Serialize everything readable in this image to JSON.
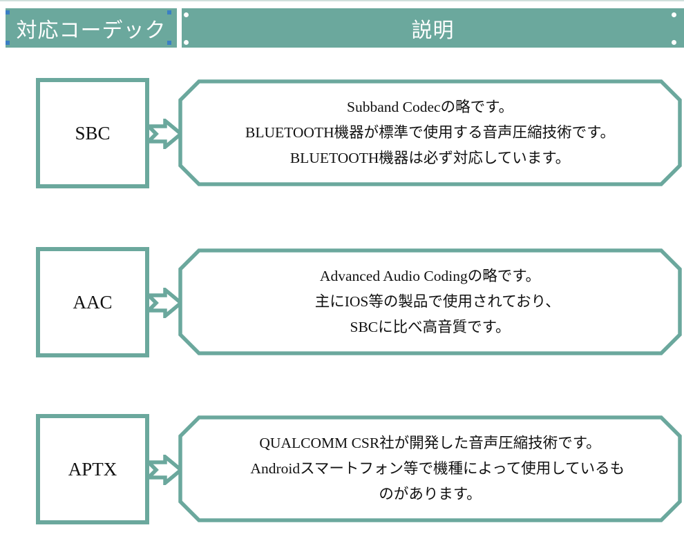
{
  "colors": {
    "accent_teal": "#6BA89D",
    "top_line": "#cfe0dc",
    "selection_handle_blue": "#3A7FC4",
    "anchor_dot_white": "#ffffff",
    "text_black": "#111111",
    "header_text_white": "#ffffff"
  },
  "header": {
    "codec_label": "対応コーデック",
    "description_label": "説明"
  },
  "rows": [
    {
      "codec": "SBC",
      "lines": [
        "Subband Codecの略です。",
        "BLUETOOTH機器が標準で使用する音声圧縮技術です。",
        "BLUETOOTH機器は必ず対応しています。"
      ]
    },
    {
      "codec": "AAC",
      "lines": [
        "Advanced Audio Codingの略です。",
        "　主にIOS等の製品で使用されており、",
        "SBCに比べ高音質です。"
      ]
    },
    {
      "codec": "APTX",
      "lines": [
        "QUALCOMM CSR社が開発した音声圧縮技術です。",
        "　Androidスマートフォン等で機種によって使用しているも",
        "のがあります。"
      ]
    }
  ]
}
